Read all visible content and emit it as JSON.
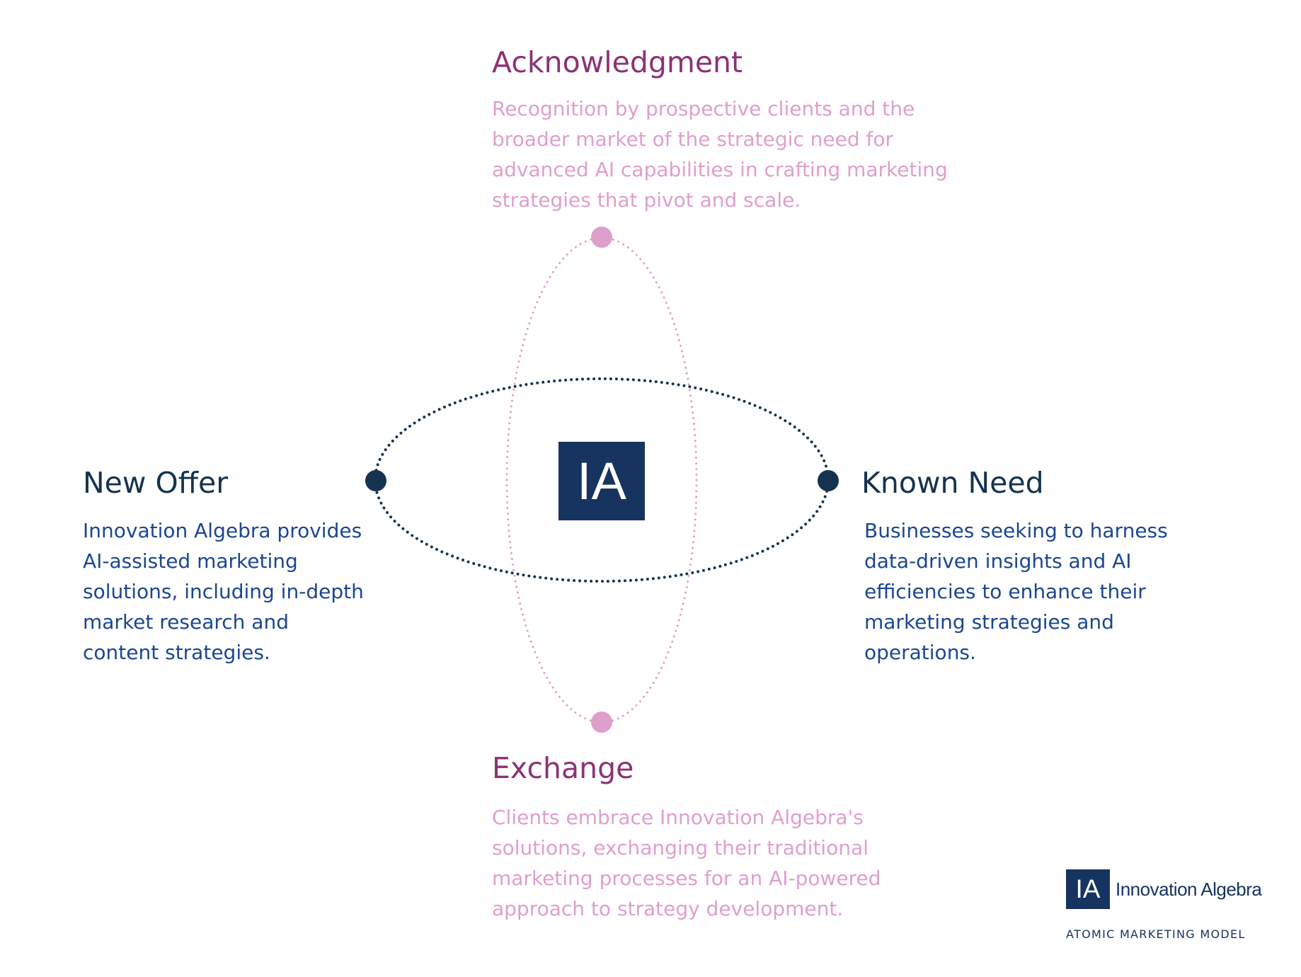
{
  "colors": {
    "navy": "#15334f",
    "logo_navy": "#173461",
    "blue_text": "#1c4692",
    "magenta_title": "#8b3275",
    "pink": "#df9fcd"
  },
  "center_logo": {
    "text": "IA"
  },
  "nodes": {
    "acknowledgment": {
      "title": "Acknowledgment",
      "lines": [
        "Recognition by prospective clients and the",
        "broader market of the strategic need for",
        "advanced AI capabilities in crafting marketing",
        "strategies that pivot and scale."
      ]
    },
    "new_offer": {
      "title": "New Offer",
      "lines": [
        "Innovation Algebra provides",
        "AI-assisted marketing",
        "solutions, including in-depth",
        "market research and",
        "content strategies."
      ]
    },
    "known_need": {
      "title": "Known Need",
      "lines": [
        "Businesses seeking to harness",
        "data-driven insights and AI",
        "efficiencies to enhance their",
        "marketing strategies and",
        "operations."
      ]
    },
    "exchange": {
      "title": "Exchange",
      "lines": [
        "Clients embrace Innovation Algebra's",
        "solutions, exchanging their traditional",
        "marketing processes for an AI-powered",
        "approach to strategy development."
      ]
    }
  },
  "brand": {
    "logo_text": "IA",
    "name": "Innovation Algebra",
    "subtitle": "ATOMIC MARKETING MODEL"
  }
}
